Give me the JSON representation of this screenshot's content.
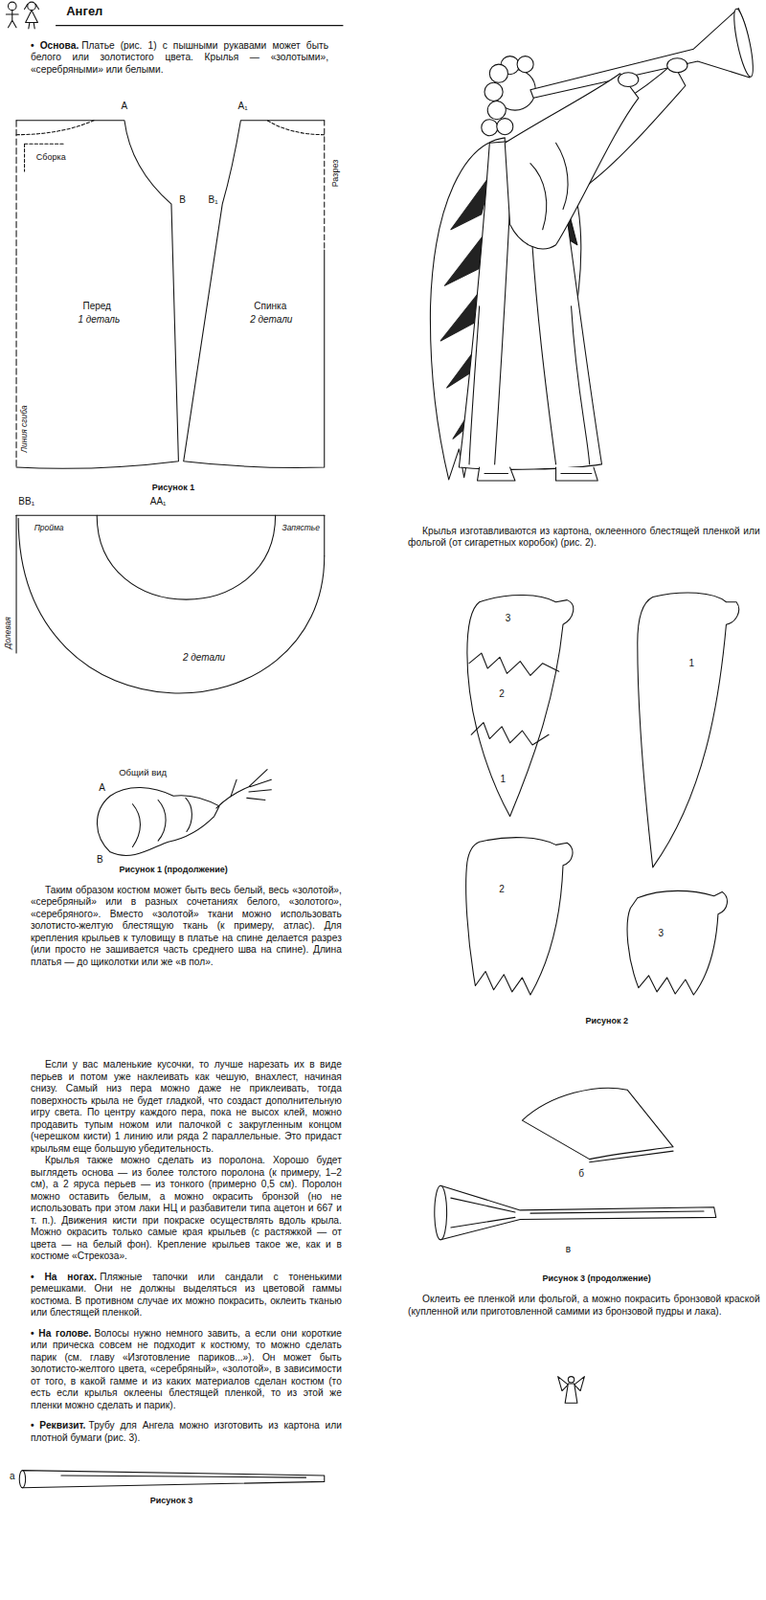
{
  "diagram": {
    "title": "Ангел",
    "labels": [
      "• Основа.",
      "Платье (рис. 1) с пышными рукавами может быть белого или золотистого цвета. Крылья — «золотыми», «серебряными» или белыми.",
      "А",
      "А₁",
      "Сборка",
      "Разрез",
      "В",
      "В₁",
      "Перед",
      "1 деталь",
      "Спинка",
      "2 детали",
      "Линия сгиба",
      "Рисунок 1",
      "ВВ₁",
      "АА₁",
      "Пройма",
      "Запястье",
      "Долевая",
      "2 детали",
      "Общий вид",
      "А",
      "В",
      "Рисунок 1 (продолжение)",
      "Таким образом костюм может быть весь белый, весь «золотой», «серебряный» или в разных сочетаниях белого, «золотого», «серебряного». Вместо «золотой» ткани можно использовать золотисто-желтую блестящую ткань (к примеру, атлас). Для крепления крыльев к туловищу в платье на спине делается разрез (или просто не зашивается часть среднего шва на спине). Длина платья — до щиколотки или же «в пол».",
      "Если у вас маленькие кусочки, то лучше нарезать их в виде перьев и потом уже наклеивать как чешую, внахлест, начиная снизу. Самый низ пера можно даже не приклеивать, тогда поверхность крыла не будет гладкой, что создаст дополнительную игру света. По центру каждого пера, пока не высох клей, можно продавить тупым ножом или палочкой с закругленным концом (черешком кисти) 1 линию или ряда 2 параллельные. Это придаст крыльям еще большую убедительность.",
      "Крылья также можно сделать из поролона. Хорошо будет выглядеть основа — из более толстого поролона (к примеру, 1–2 см), а 2 яруса перьев — из тонкого (примерно 0,5 см). Поролон можно оставить белым, а можно окрасить бронзой (но не использовать при этом лаки НЦ и разбавители типа ацетон и 667 и т. п.). Движения кисти при покраске осуществлять вдоль крыла. Можно окрасить только самые края крыльев (с растяжкой — от цвета — на белый фон). Крепление крыльев такое же, как и в костюме «Стрекоза».",
      "• На ногах.",
      "Пляжные тапочки или сандали с тоненькими ремешками. Они не должны выделяться из цветовой гаммы костюма. В противном случае их можно покрасить, оклеить тканью или блестящей пленкой.",
      "• На голове.",
      "Волосы нужно немного завить, а если они короткие или прическа совсем не подходит к костюму, то можно сделать парик (см. главу «Изготовление париков...»). Он может быть золотисто-желтого цвета, «серебряный», «золотой», в зависимости от того, в какой гамме и из каких материалов сделан костюм (то есть если крылья оклеены блестящей пленкой, то из этой же пленки можно сделать и парик).",
      "• Реквизит.",
      "Трубу для Ангела можно изготовить из картона или плотной бумаги (рис. 3).",
      "а",
      "Рисунок 3",
      "Крылья изготавливаются из картона, оклеенного блестящей пленкой или фольгой (от сигаретных коробок) (рис. 2).",
      "3",
      "2",
      "1",
      "1",
      "2",
      "3",
      "Рисунок 2",
      "б",
      "в",
      "Рисунок 3 (продолжение)",
      "Оклеить ее пленкой или фольгой, а можно покрасить бронзовой краской (купленной или приготовленной самими из бронзовой пудры и лака)."
    ]
  }
}
